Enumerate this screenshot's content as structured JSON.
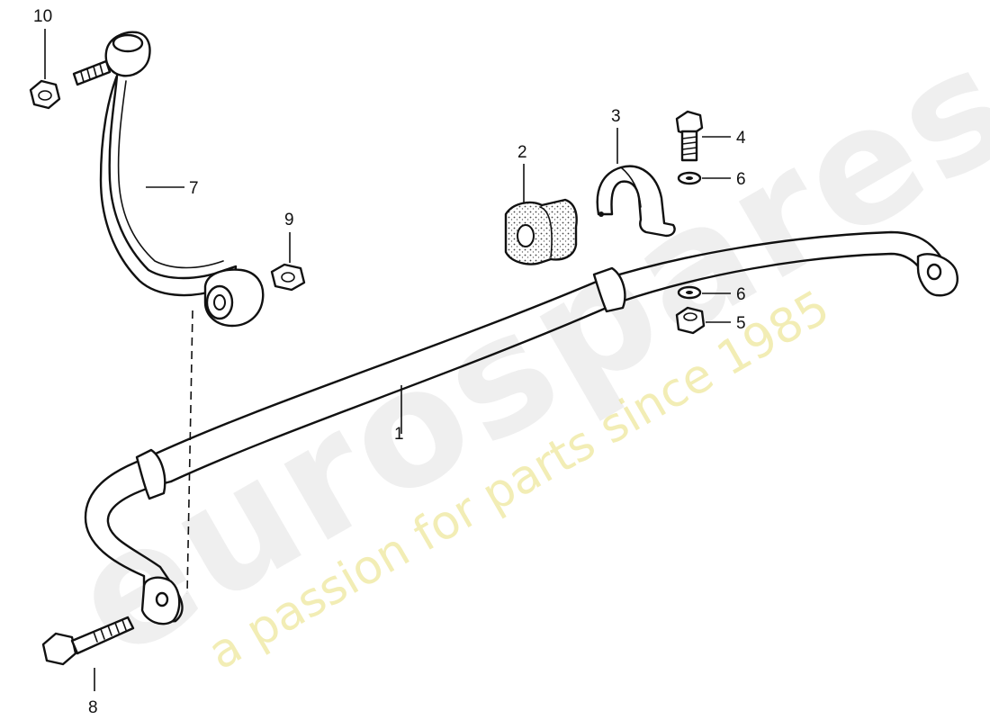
{
  "watermark": {
    "brand": "eurospares",
    "slogan": "a passion for parts since 1985",
    "slogan_color": "#e9e07a"
  },
  "callouts": [
    {
      "id": "1",
      "label": "1"
    },
    {
      "id": "2",
      "label": "2"
    },
    {
      "id": "3",
      "label": "3"
    },
    {
      "id": "4",
      "label": "4"
    },
    {
      "id": "5",
      "label": "5"
    },
    {
      "id": "6a",
      "label": "6"
    },
    {
      "id": "6b",
      "label": "6"
    },
    {
      "id": "7",
      "label": "7"
    },
    {
      "id": "8",
      "label": "8"
    },
    {
      "id": "9",
      "label": "9"
    },
    {
      "id": "10",
      "label": "10"
    }
  ]
}
